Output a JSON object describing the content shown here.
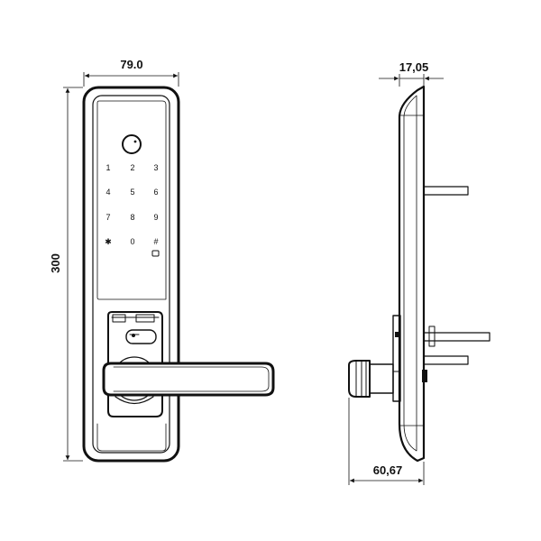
{
  "dimensions": {
    "front_width": "79.0",
    "front_height": "300",
    "side_depth_top": "17,05",
    "side_depth_bottom": "60,67"
  },
  "keypad": {
    "row1": [
      "1",
      "2",
      "3"
    ],
    "row2": [
      "4",
      "5",
      "6"
    ],
    "row3": [
      "7",
      "8",
      "9"
    ],
    "row4": [
      "✱",
      "0",
      "#"
    ]
  },
  "colors": {
    "line": "#111111",
    "background": "#ffffff"
  }
}
